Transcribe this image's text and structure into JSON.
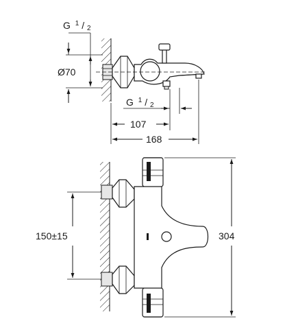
{
  "drawing": {
    "top_view": {
      "thread_top": {
        "base": "G",
        "num": "1",
        "den": "2"
      },
      "diameter": "Ø70",
      "thread_bottom": {
        "base": "G",
        "num": "1",
        "den": "2"
      },
      "depth_short": "107",
      "depth_long": "168"
    },
    "front_view": {
      "spacing": "150±15",
      "height": "304"
    }
  }
}
